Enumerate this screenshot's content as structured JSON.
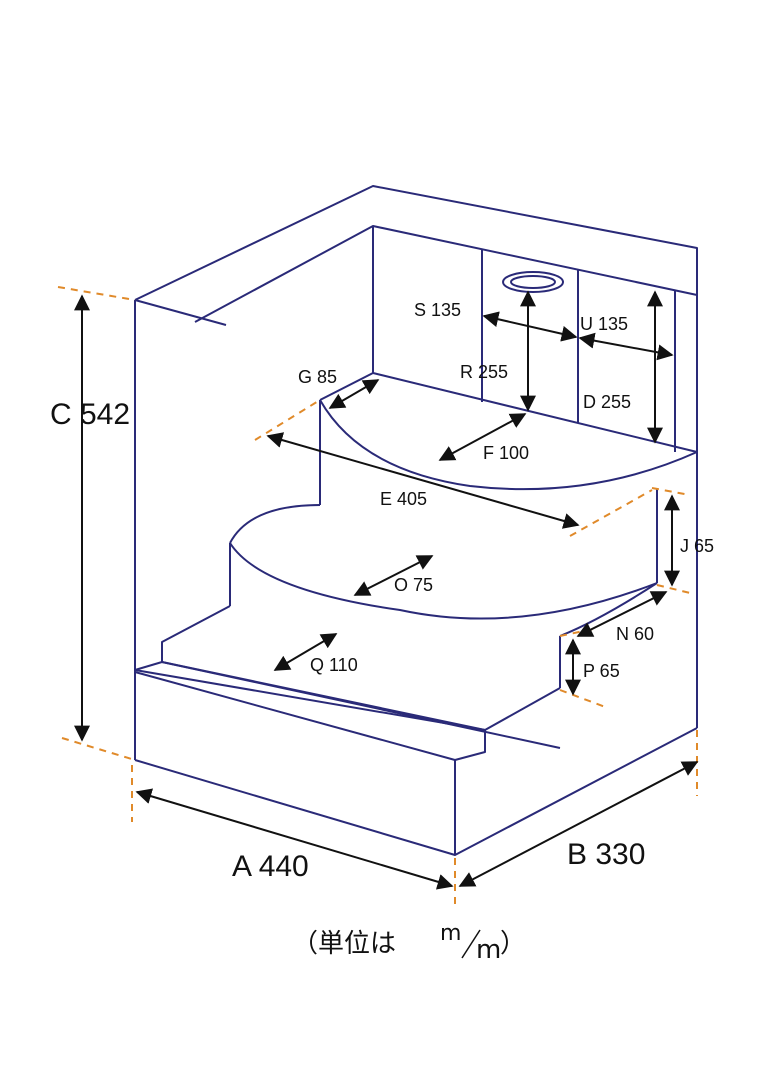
{
  "colors": {
    "outline": "#2a2a78",
    "dimension_arrow": "#111111",
    "extension_dash": "#e08a2a"
  },
  "dimensions": {
    "A": "A 440",
    "B": "B 330",
    "C": "C 542",
    "D": "D 255",
    "E": "E 405",
    "F": "F 100",
    "G": "G 85",
    "J": "J 65",
    "N": "N 60",
    "O": "O 75",
    "P": "P 65",
    "Q": "Q 110",
    "R": "R 255",
    "S": "S 135",
    "U": "U 135"
  },
  "unit_note": {
    "prefix": "（単位は ",
    "numerator": "m",
    "denominator": "m",
    "suffix": "）"
  }
}
